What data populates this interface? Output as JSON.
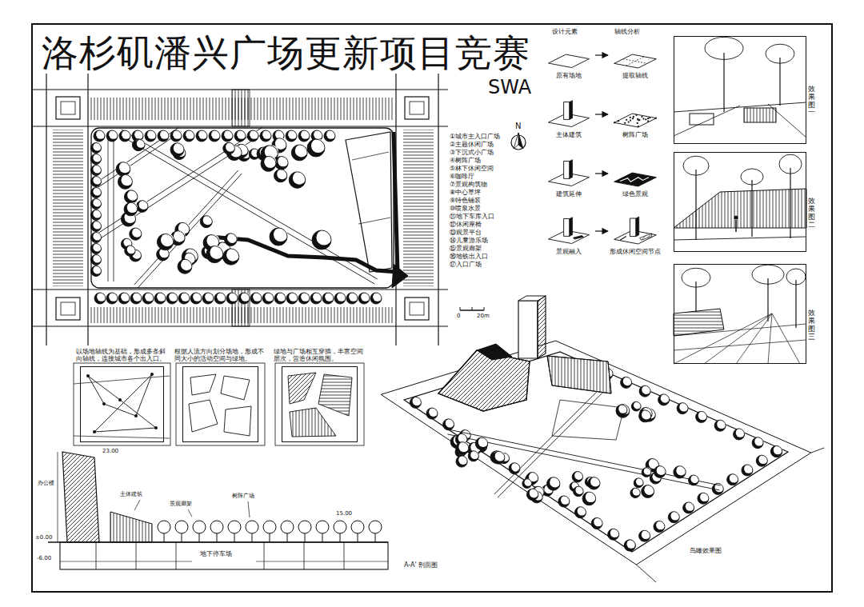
{
  "diagram": {
    "title": "洛杉矶潘兴广场更新项目竞赛",
    "nodes": [
      {
        "text": [
          "原有场地"
        ]
      },
      {
        "text": [
          "提取轴线"
        ]
      },
      {
        "text": [
          "主体建筑"
        ]
      },
      {
        "text": [
          "树阵广场"
        ]
      },
      {
        "text": [
          "建筑延伸"
        ]
      },
      {
        "text": [
          "绿色景观"
        ]
      },
      {
        "text": [
          "景观融入"
        ]
      },
      {
        "text": [
          "形成休闲空间节点"
        ]
      },
      {
        "text": [
          "效果图一"
        ]
      },
      {
        "text": [
          "效果图二"
        ]
      },
      {
        "text": [
          "效果图三"
        ]
      },
      {
        "text": [
          "以场地轴线为基础，形成多条斜向轴线，连接城市各个出入口。"
        ]
      },
      {
        "text": [
          "根据人流方向划分场地，形成不同大小的活动空间与绿地。"
        ]
      },
      {
        "text": [
          "绿地与广场相互穿插，丰富空间层次，营造休闲氛围。"
        ]
      }
    ],
    "edges": [
      {
        "from": 0,
        "to": 1,
        "arrow": "to"
      },
      {
        "from": 2,
        "to": 3,
        "arrow": "to"
      },
      {
        "from": 4,
        "to": 5,
        "arrow": "to"
      },
      {
        "from": 6,
        "to": 7,
        "arrow": "to"
      }
    ],
    "labels": [
      "SWA",
      "设计元素",
      "轴线分析",
      "N",
      "①城市主入口广场",
      "②主题休闲广场",
      "③下沉式小广场",
      "④树阵广场",
      "⑤林下休闲空间",
      "⑥咖啡厅",
      "⑦景观构筑物",
      "⑧中心草坪",
      "⑨特色铺装",
      "⑩喷泉水景",
      "⑪地下车库入口",
      "⑫休闲座椅",
      "⑬观景平台",
      "⑭儿童游乐场",
      "⑮景观廊架",
      "⑯地铁出入口",
      "⑰入口广场",
      "0",
      "20m",
      "办公楼",
      "23.00",
      "±0.00",
      "-6.00",
      "主体建筑",
      "景观廊架",
      "树阵广场",
      "15.00",
      "地下停车场",
      "A-A' 剖面图",
      "鸟瞰效果图"
    ]
  }
}
